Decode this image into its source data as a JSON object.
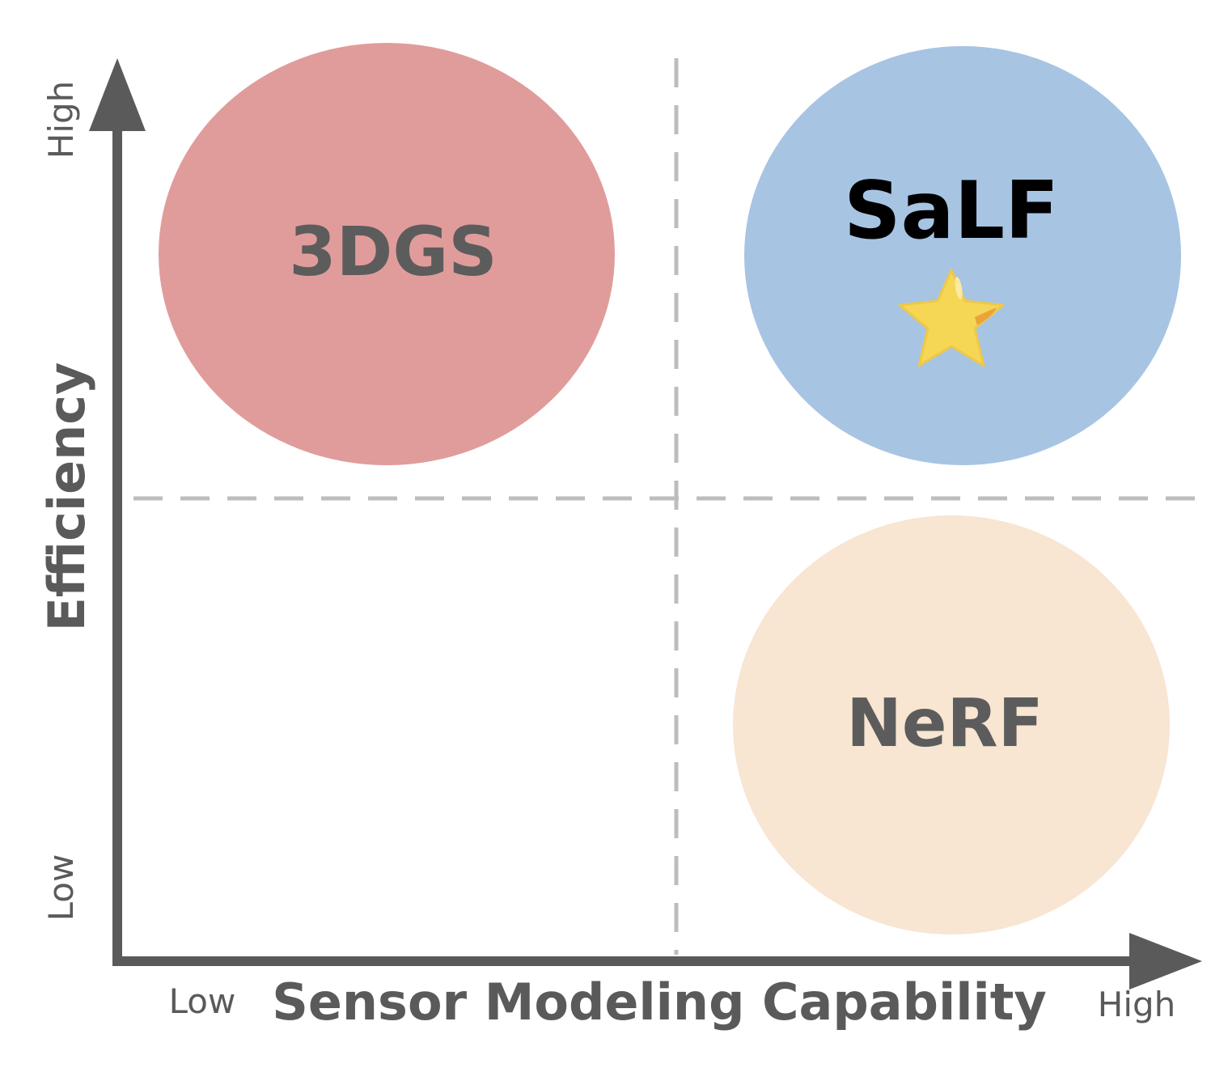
{
  "x_axis": {
    "title": "Sensor Modeling Capability",
    "low_label": "Low",
    "high_label": "High"
  },
  "y_axis": {
    "title": "Efficiency",
    "low_label": "Low",
    "high_label": "High"
  },
  "methods": [
    {
      "name": "3DGS",
      "efficiency": "High",
      "sensor_modeling": "Low",
      "color": "#e09c9b",
      "text_color": "#5c5c5c"
    },
    {
      "name": "SaLF",
      "efficiency": "High",
      "sensor_modeling": "High",
      "color": "#a7c4e3",
      "text_color": "#000000",
      "highlight_icon": "star-icon"
    },
    {
      "name": "NeRF",
      "efficiency": "Low",
      "sensor_modeling": "High",
      "color": "#f8e5d2",
      "text_color": "#5c5c5c"
    }
  ],
  "colors": {
    "axis": "#5a5a5a",
    "divider": "#bdbdbd",
    "star": "#f5d655",
    "star_edge": "#e8a43a"
  }
}
